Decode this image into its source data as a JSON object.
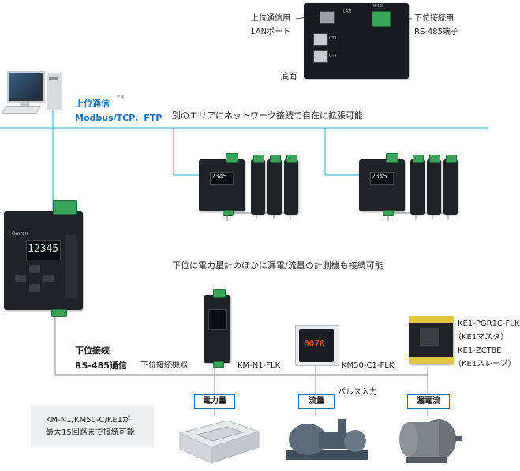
{
  "bottom_view": {
    "left_label_1": "上位通信用",
    "left_label_2": "LANポート",
    "right_label_1": "下位接続用",
    "right_label_2": "RS-485端子",
    "bottom_label": "底面",
    "lan_mark": "LAN",
    "rs_mark": "RS485",
    "ct1_mark": "CT1",
    "ct2_mark": "CT2"
  },
  "upper_comm": {
    "title": "上位通信",
    "note": "*3",
    "protocol": "Modbus/TCP、FTP",
    "description": "別のエリアにネットワーク接続で自在に拡張可能"
  },
  "main_unit": {
    "brand": "Omron",
    "display": "12345"
  },
  "remote_units": {
    "display_a": "2345",
    "display_b": "2345"
  },
  "lower": {
    "description": "下位に電力量計のほかに漏電/流量の計測機も接続可能",
    "title": "下位接続",
    "comm": "RS-485通信",
    "devices_label": "下位接続機器",
    "km_n1": "KM-N1-FLK",
    "km50": "KM50-C1-FLK",
    "km50_display": "0070",
    "ke1_line1": "KE1-PGR1C-FLK",
    "ke1_line2": "（KE1マスタ）",
    "ke1_line3": "KE1-ZCT8E",
    "ke1_line4": "（KE1スレーブ）",
    "pulse": "パルス入力"
  },
  "tags": {
    "power": "電力量",
    "flow": "流量",
    "leak": "漏電流"
  },
  "note_box": {
    "line1": "KM-N1/KM50-C/KE1が",
    "line2": "最大15回路まで接続可能"
  }
}
